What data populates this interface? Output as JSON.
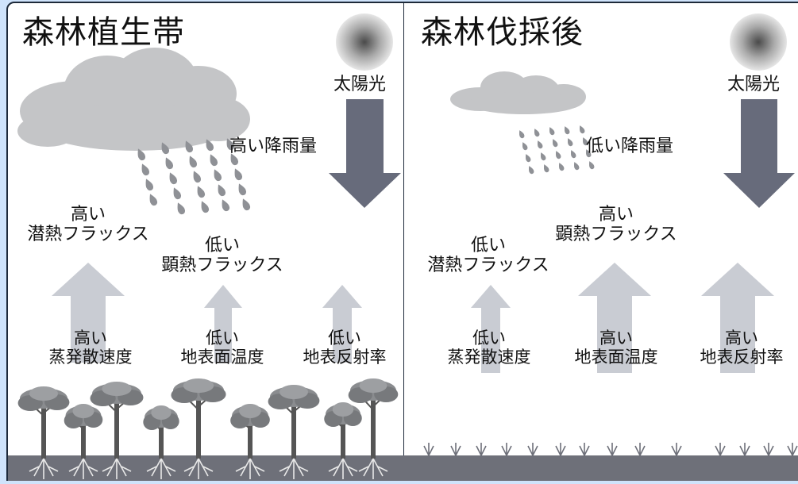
{
  "left_panel": {
    "title": "森林植生帯",
    "sunlight_label": "太陽光",
    "rainfall_label": "高い降雨量",
    "latent_level": "高い",
    "latent_label": "潜熱フラックス",
    "sensible_level": "低い",
    "sensible_label": "顕熱フラックス",
    "evap_level": "高い",
    "evap_label": "蒸発散速度",
    "surface_temp_level": "低い",
    "surface_temp_label": "地表面温度",
    "albedo_level": "低い",
    "albedo_label": "地表反射率"
  },
  "right_panel": {
    "title": "森林伐採後",
    "sunlight_label": "太陽光",
    "rainfall_label": "低い降雨量",
    "latent_level": "低い",
    "latent_label": "潜熱フラックス",
    "sensible_level": "高い",
    "sensible_label": "顕熱フラックス",
    "evap_level": "低い",
    "evap_label": "蒸発散速度",
    "surface_temp_level": "高い",
    "surface_temp_label": "地表面温度",
    "albedo_level": "高い",
    "albedo_label": "地表反射率"
  },
  "colors": {
    "background_frame": "#cfe3fb",
    "panel": "#ffffff",
    "cloud": "#c4c5c7",
    "rain": "#8f9196",
    "sun_arrow": "#676b7b",
    "flux_arrow": "#c9ccd3",
    "ground": "#6e7079",
    "tree_trunk": "#555555",
    "canopy": "#8a8c8f"
  }
}
